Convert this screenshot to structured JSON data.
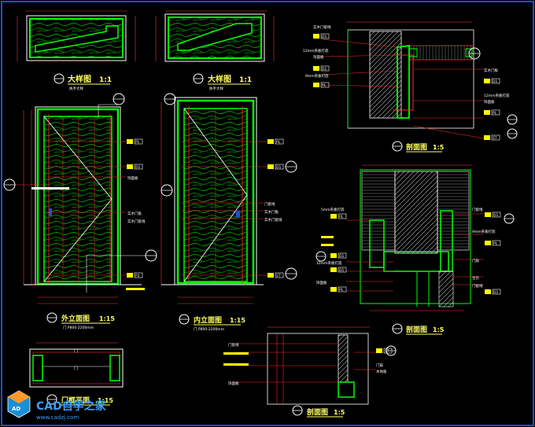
{
  "drawing": {
    "background": "#000000",
    "colors": {
      "outline": "#00ff00",
      "dim": "#ff3333",
      "leader": "#ff2a2a",
      "tag": "#ffff00",
      "text": "#ffffff",
      "accent": "#00e0ff"
    }
  },
  "views": {
    "handle_a": {
      "title": "大样图",
      "scale": "1:1",
      "sub": "执手大样"
    },
    "handle_b": {
      "title": "大样图",
      "scale": "1:1",
      "sub": "执手大样"
    },
    "elev_outer": {
      "title": "外立面图",
      "scale": "1:15",
      "sub": "门 P800-2200mm"
    },
    "elev_inner": {
      "title": "内立面图",
      "scale": "1:15",
      "sub": "门 P800-2200mm"
    },
    "plan": {
      "title": "门框平面",
      "scale": "1:15",
      "label": "门"
    },
    "sec_top": {
      "title": "剖面图",
      "scale": "1:5"
    },
    "sec_mid": {
      "title": "剖面图",
      "scale": "1:5"
    },
    "sec_bot": {
      "title": "剖面图",
      "scale": "1:5"
    }
  },
  "tags": {
    "a": "PL",
    "b": "D1",
    "c": "ST",
    "d": "P2"
  },
  "notes": {
    "sec_top": [
      "实木门套线",
      "12mm夹板打底",
      "饰面板",
      "9mm夹板打底",
      "实木门板",
      "12mm夹板打底",
      "饰面板"
    ],
    "elev_outer": [
      "饰面板",
      "实木门板",
      "实木门套线"
    ],
    "elev_inner": [
      "门套线",
      "实木门板",
      "实木门套线"
    ],
    "sec_mid_left": [
      "5mm夹板打底",
      "12mm夹板打底",
      "饰面板"
    ],
    "sec_mid_right": [
      "门套线",
      "9mm夹板打底",
      "门扇",
      "合页",
      "门套线"
    ],
    "sec_bot": [
      "门套线",
      "饰面板",
      "门扇",
      "木地板"
    ]
  },
  "watermark": {
    "brand": "CAD自学之家",
    "url": "www.cadzj.com",
    "logo_letters": "AD"
  }
}
